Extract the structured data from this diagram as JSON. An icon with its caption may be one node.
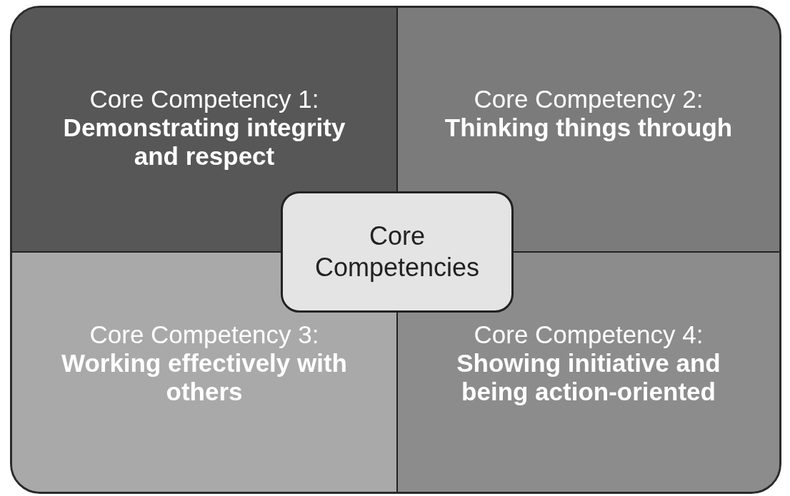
{
  "diagram": {
    "nodes": [
      {
        "text": [
          "Core Competency 1:",
          "Demonstrating integrity and respect"
        ]
      },
      {
        "text": [
          "Core Competency 2:",
          "Thinking things through"
        ]
      },
      {
        "text": [
          "Core Competency 3:",
          "Working effectively with others"
        ]
      },
      {
        "text": [
          "Core Competency 4:",
          "Showing initiative and being action-oriented"
        ]
      },
      {
        "text": [
          "Core Competencies"
        ]
      }
    ],
    "edges": []
  }
}
